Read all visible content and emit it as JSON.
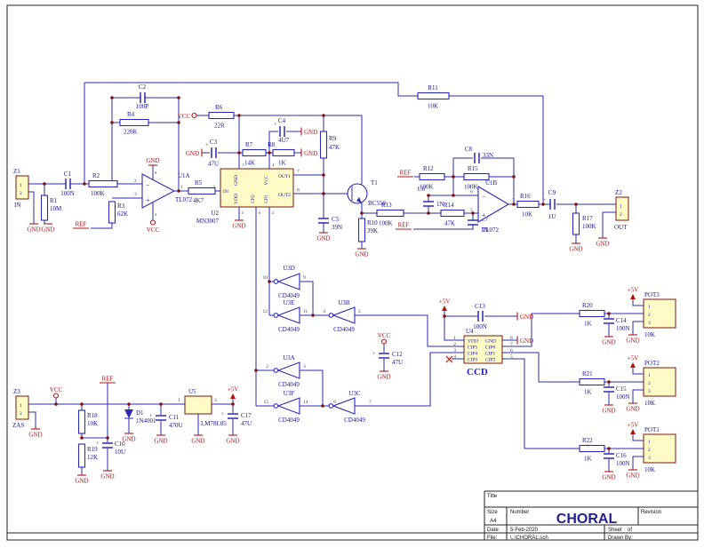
{
  "nets": {
    "vcc": "VCC",
    "gnd": "GND",
    "ref": "REF",
    "p5": "+5V"
  },
  "p": {
    "z1": [
      "Z1",
      "IN"
    ],
    "r1": [
      "R1",
      "10M"
    ],
    "c1": [
      "C1",
      "100N"
    ],
    "r2": [
      "R2",
      "100K"
    ],
    "r3": [
      "R3",
      "62K"
    ],
    "u1a": [
      "U1A",
      "TL072"
    ],
    "r4": [
      "R4",
      "220K"
    ],
    "c2": [
      "C2",
      "100P"
    ],
    "r5": [
      "R5",
      "4K7"
    ],
    "r6": [
      "R6",
      "22R"
    ],
    "c3": [
      "C3",
      "47U"
    ],
    "r7": [
      "R7",
      "14K"
    ],
    "c4": [
      "C4",
      "4U7"
    ],
    "r8": [
      "R8",
      "1K"
    ],
    "r9": [
      "R9",
      "47K"
    ],
    "c5": [
      "C5",
      "39N"
    ],
    "t1": [
      "T1",
      "BC550"
    ],
    "r10": [
      "R10",
      "39K"
    ],
    "u2": [
      "U2",
      "MN3007"
    ],
    "r11": [
      "R11",
      "10K"
    ],
    "r13": [
      "R13",
      "100K"
    ],
    "r14": [
      "R14",
      "47K"
    ],
    "c6": [
      "C6",
      "1N"
    ],
    "c7": [
      "C7",
      "1N"
    ],
    "r12": [
      "R12",
      "100K"
    ],
    "r15": [
      "R15",
      "100K"
    ],
    "c8": [
      "C8",
      "33N"
    ],
    "u1b": [
      "U1B",
      "TL072"
    ],
    "r16": [
      "R16",
      "10K"
    ],
    "c9": [
      "C9",
      "1U"
    ],
    "r17": [
      "R17",
      "100K"
    ],
    "z2": [
      "Z2",
      "OUT"
    ],
    "u3a": [
      "U3A",
      "CD4049"
    ],
    "u3b": [
      "U3B",
      "CD4049"
    ],
    "u3c": [
      "U3C",
      "CD4049"
    ],
    "u3d": [
      "U3D",
      "CD4049"
    ],
    "u3e": [
      "U3E",
      "CD4049"
    ],
    "u3f": [
      "U3F",
      "CD4049"
    ],
    "c12": [
      "C12",
      "47U"
    ],
    "c13": [
      "C13",
      "100N"
    ],
    "u4": [
      "U4",
      "CCD"
    ],
    "r20": [
      "R20",
      "1K"
    ],
    "c14": [
      "C14",
      "100N"
    ],
    "pot3": [
      "POT3",
      "10K"
    ],
    "r21": [
      "R21",
      "1K"
    ],
    "c15": [
      "C15",
      "100N"
    ],
    "pot2": [
      "POT2",
      "10K"
    ],
    "r22": [
      "R22",
      "1K"
    ],
    "c16": [
      "C16",
      "100N"
    ],
    "pot1": [
      "POT1",
      "10K"
    ],
    "z3": [
      "Z3",
      "ZAS"
    ],
    "r18": [
      "R18",
      "10K"
    ],
    "r19": [
      "R19",
      "12K"
    ],
    "c10": [
      "C10",
      "10U"
    ],
    "d1": [
      "D1",
      "1N4001"
    ],
    "c11": [
      "C11",
      "470U"
    ],
    "u5": [
      "U5",
      "LM78L05"
    ],
    "c17": [
      "C17",
      "47U"
    ]
  },
  "pins": {
    "u1a": {
      "inn": "2",
      "inp": "3",
      "out": "1",
      "vp": "8",
      "vn": "4",
      "minus": "−",
      "plus": "+"
    },
    "u1b": {
      "inn": "6",
      "inp": "5",
      "out": "7",
      "minus": "−",
      "plus": "+"
    },
    "u2": {
      "in": "IN",
      "inn": "3",
      "gnd": "GND",
      "gndn": "1",
      "vcc": "VCC",
      "vccn": "4",
      "vdd": "VDD",
      "vddn": "5",
      "cp2": "CP2",
      "cp2n": "6",
      "cp1": "CP1",
      "cp1n": "2",
      "out1": "OUT1",
      "out1n": "7",
      "out2": "OUT2",
      "out2n": "8"
    },
    "u3d": {
      "i": "9",
      "o": "10"
    },
    "u3e": {
      "i": "11",
      "o": "12"
    },
    "u3b": {
      "i": "5",
      "o": "4"
    },
    "u3a": {
      "i": "3",
      "o": "2"
    },
    "u3f": {
      "i": "14",
      "o": "15"
    },
    "u3c": {
      "i": "7",
      "o": "6"
    },
    "conn2": [
      "1",
      "2"
    ],
    "conn3": [
      "1",
      "2",
      "3"
    ],
    "u4l": [
      "1",
      "2",
      "3",
      "4"
    ],
    "u4r": [
      "8",
      "7",
      "6",
      "5"
    ],
    "u4lt": [
      "VDD",
      "CIP5",
      "CIP4",
      "CIP3"
    ],
    "u4rt": [
      "GND",
      "CIP0",
      "CIP1",
      "CIP2"
    ],
    "u5": {
      "p1": "1",
      "p3": "3"
    },
    "pm": "+"
  },
  "tb": {
    "title": "Title",
    "size_l": "Size",
    "size": "A4",
    "num_l": "Number",
    "doc": "CHORAL",
    "rev_l": "Revision",
    "date_l": "Date:",
    "date": "5-Feb-2020",
    "sheet_l": "Sheet",
    "of": "of",
    "file_l": "File:",
    "file": "\\..\\CHORAL.sch",
    "drawn_l": "Drawn By:"
  }
}
